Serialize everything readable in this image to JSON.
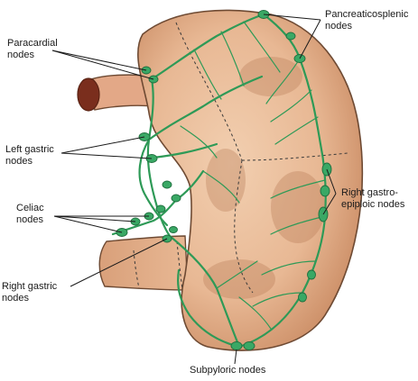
{
  "labels": {
    "paracardial": "Paracardial\nnodes",
    "left_gastric": "Left gastric\nnodes",
    "celiac": "Celiac\nnodes",
    "right_gastric": "Right gastric\nnodes",
    "pancreaticosplenic": "Pancreaticosplenic\nnodes",
    "right_gastroepiploic": "Right gastro-\nepiploic nodes",
    "subpyloric": "Subpyloric nodes"
  },
  "colors": {
    "stomach_fill": "#e8b894",
    "stomach_shade": "#c98a62",
    "stomach_outline": "#6e4a33",
    "esophagus_inner": "#7a2e1d",
    "vessel": "#2e9a57",
    "node": "#3aa865",
    "node_outline": "#1f6e3e",
    "leader": "#1a1a1a",
    "region_line": "#3a3a3a"
  }
}
